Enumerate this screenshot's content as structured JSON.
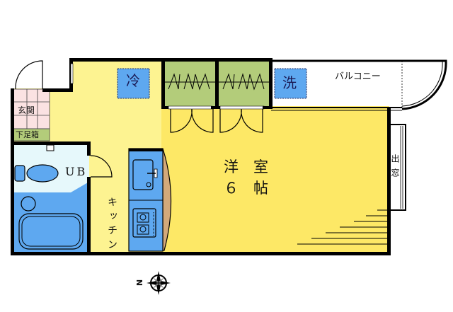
{
  "plan": {
    "rooms": {
      "western_room": {
        "label_line1": "洋　室",
        "label_line2": "６　帖",
        "name": "洋室",
        "size": "6帖"
      },
      "kitchen": {
        "label": "キッチン"
      },
      "unit_bath": {
        "label": "UB"
      },
      "entrance": {
        "label": "玄関"
      },
      "shoe_box": {
        "label": "下足箱"
      },
      "balcony": {
        "label": "バルコニー"
      },
      "bay_window": {
        "label": "出窓"
      }
    },
    "appliances": {
      "fridge": {
        "label": "冷"
      },
      "washer": {
        "label": "洗"
      }
    },
    "compass": {
      "north_label": "N"
    }
  },
  "colors": {
    "room_yellow": "#fde866",
    "light_yellow": "#fdf391",
    "closet_green": "#b3cc7a",
    "fixture_blue": "#5ea8f0",
    "bath_light": "#e6f8fb",
    "entrance_pink": "#fbe2e2",
    "counter_tan": "#d3a97a",
    "wall": "#000000"
  }
}
